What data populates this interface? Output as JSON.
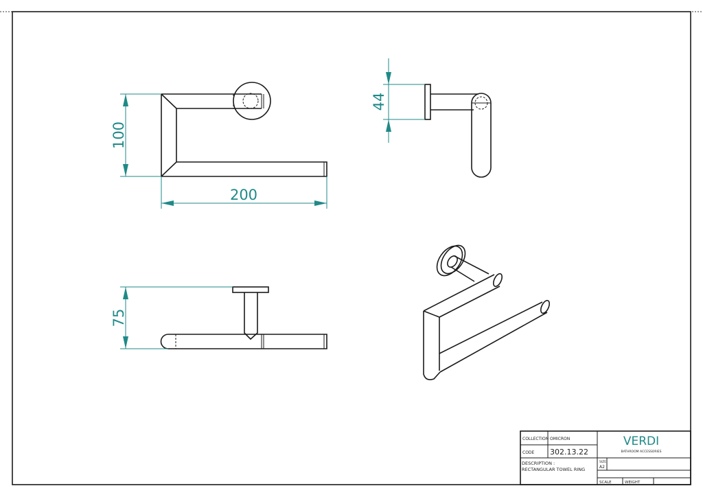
{
  "dimensions": {
    "height_front": "100",
    "width_front": "200",
    "rosette_diameter": "44",
    "projection_depth": "75"
  },
  "title_block": {
    "collection_label": "COLLECTION",
    "collection_value": "OMICRON",
    "code_label": "CODE",
    "code_value": "302.13.22",
    "description_label": "DESCRIPTION :",
    "description_value": "RECTANGULAR TOWEL RING",
    "brand": "VERDI",
    "brand_sub": "BATHROOM ACCESSORIES",
    "size_label": "SIZE",
    "size_value": "A2",
    "scale_label": "SCALE",
    "weight_label": "WEIGHT"
  },
  "colors": {
    "dimension": "#1f8a87",
    "brand": "#1f8a87",
    "line": "#1a1a1a"
  }
}
